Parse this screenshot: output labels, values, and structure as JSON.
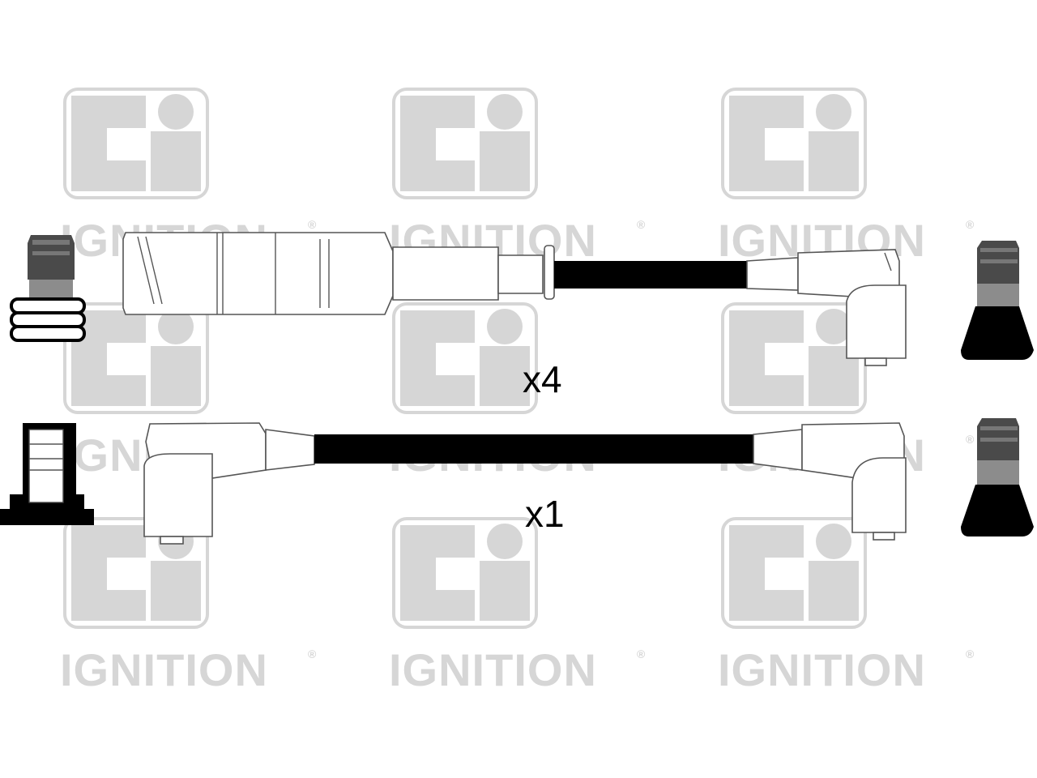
{
  "watermark": {
    "brand_text": "IGNITION",
    "registered_mark": "®",
    "logo_name": "ci-ignition-logo",
    "color": "#d6d6d6"
  },
  "leads": [
    {
      "quantity_label": "x4",
      "description": "straight spark plug boot to right-angle coil boot"
    },
    {
      "quantity_label": "x1",
      "description": "right-angle boot to right-angle boot"
    }
  ],
  "colors": {
    "cable": "#000000",
    "outline": "#555555",
    "terminal_dark": "#4a4a4a",
    "terminal_mid": "#8c8c8c"
  }
}
